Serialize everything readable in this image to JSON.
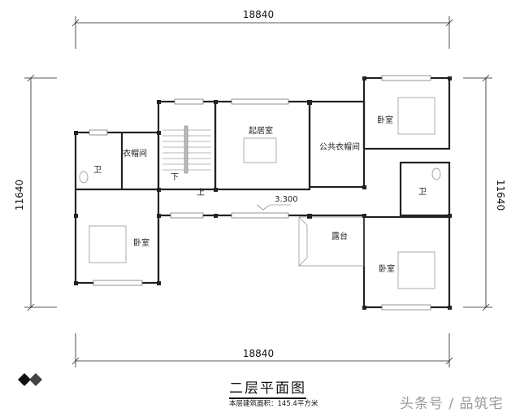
{
  "plan": {
    "dimensions": {
      "top": "18840",
      "bottom": "18840",
      "left": "11640",
      "right": "11640"
    },
    "rooms": {
      "living": "起居室",
      "public_closet": "公共衣帽间",
      "bedroom_ne": "卧室",
      "bedroom_se": "卧室",
      "bedroom_w": "卧室",
      "bath_w": "卫",
      "bath_e": "卫",
      "closet_w": "衣帽间",
      "terrace": "露台"
    },
    "elevation": "3.300",
    "stair_down": "下",
    "stair_up": "上"
  },
  "footer": {
    "title": "二层平面图",
    "area": "本层建筑面积：145.4平方米",
    "watermark": "头条号 / 品筑宅"
  }
}
